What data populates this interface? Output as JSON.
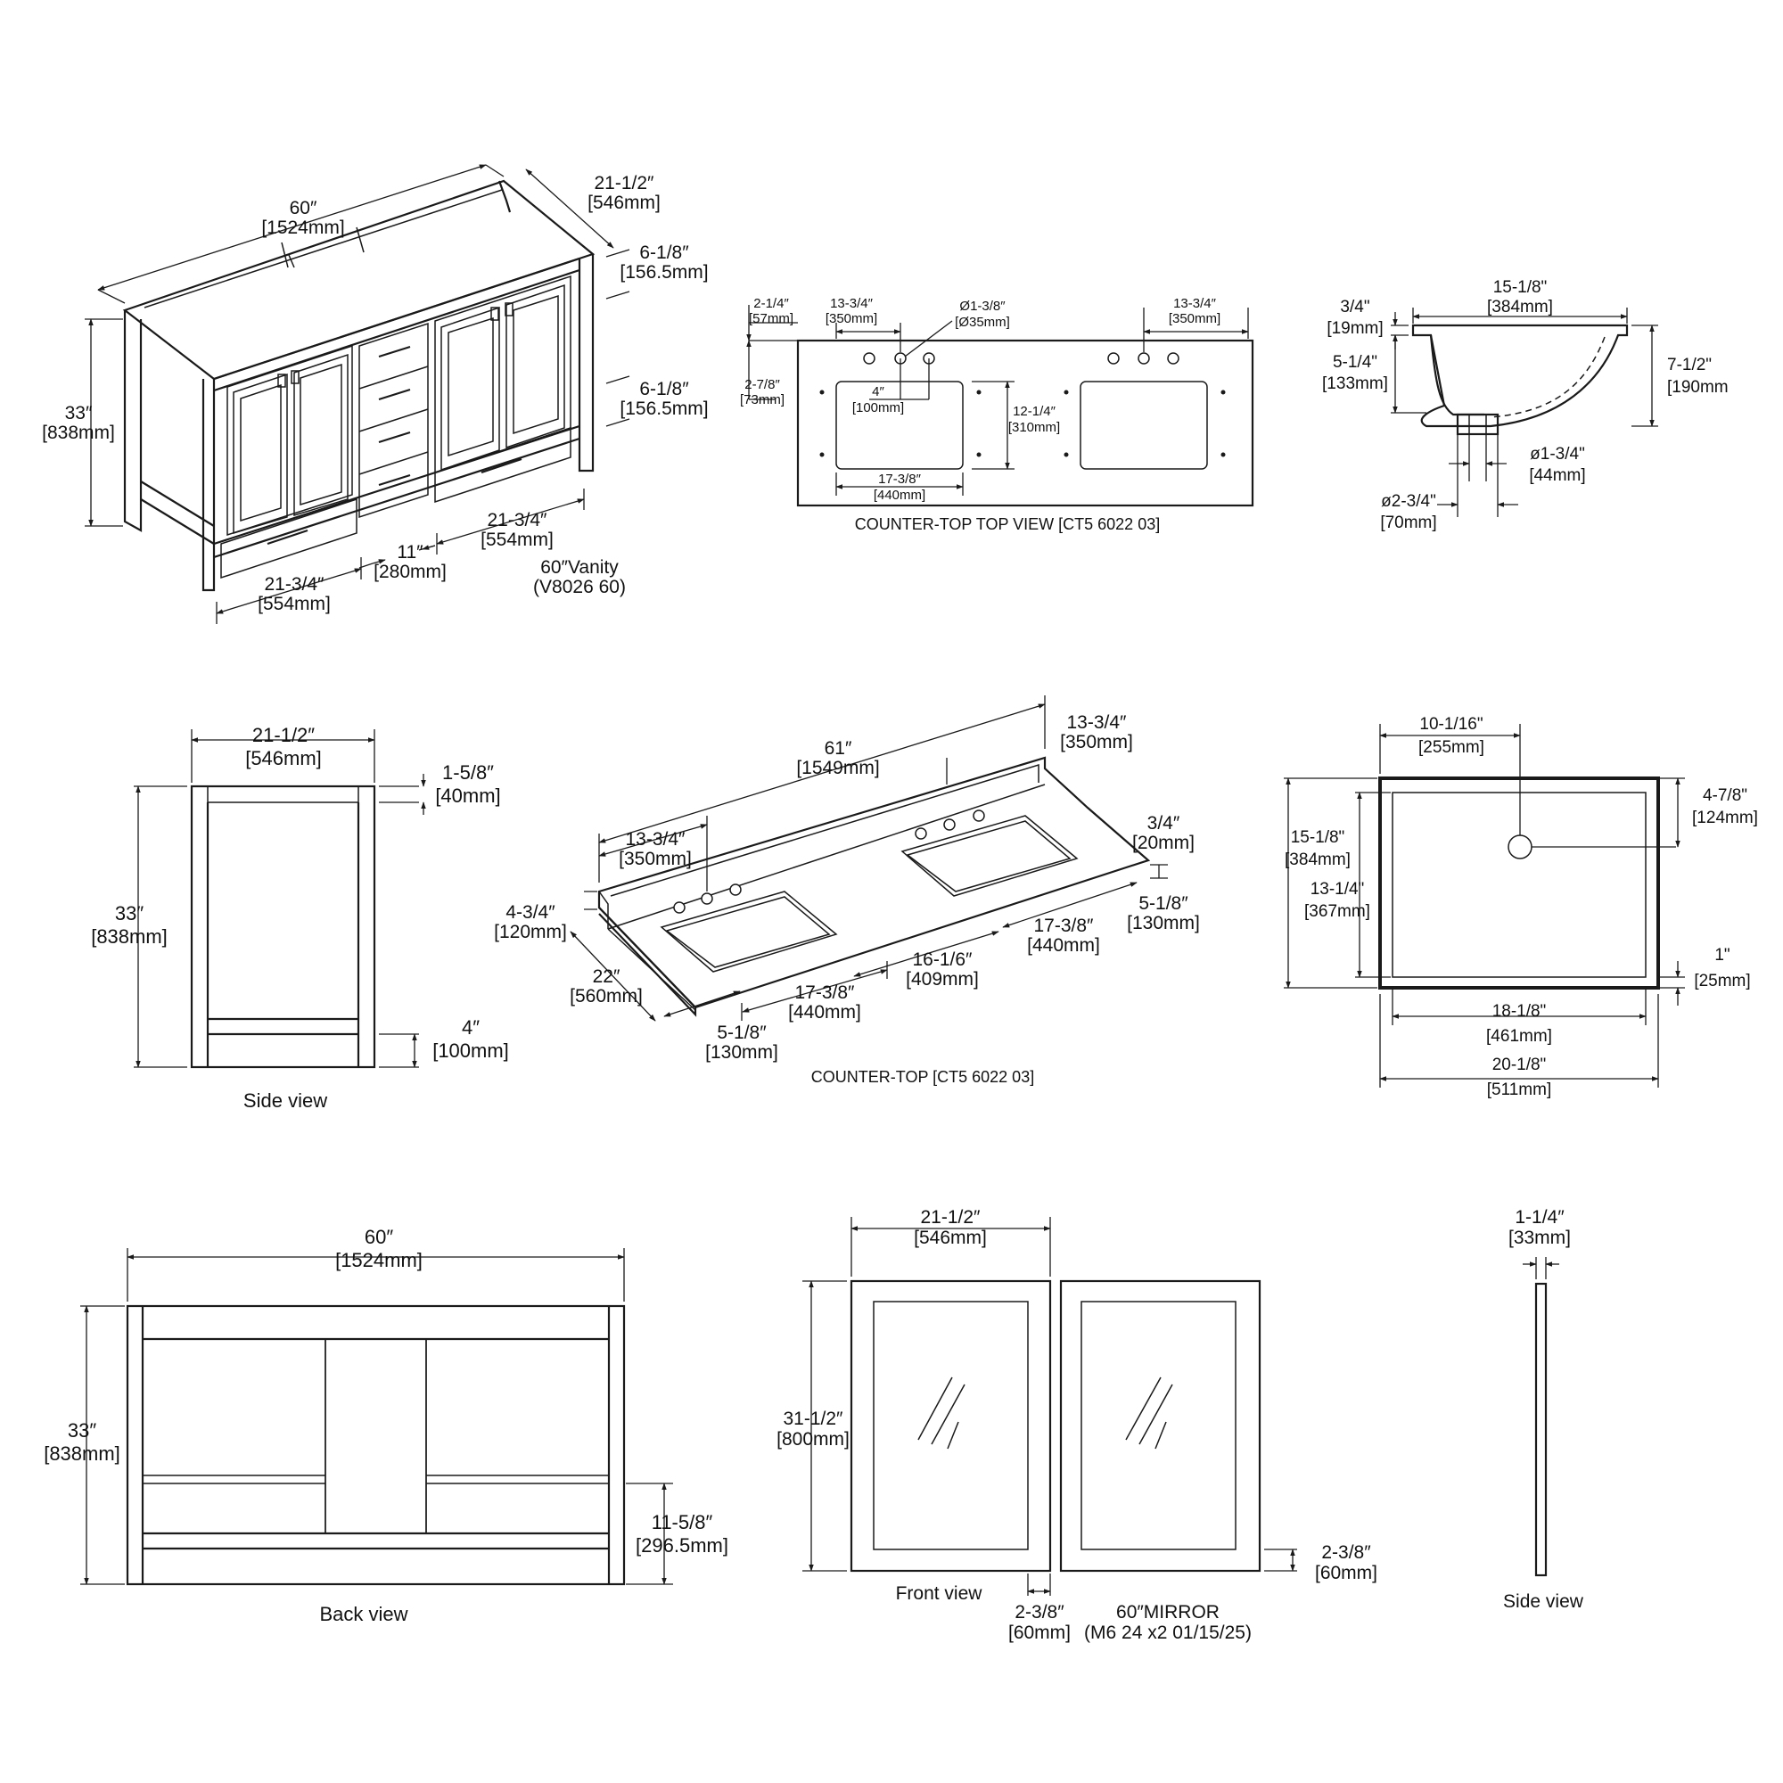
{
  "vanity_iso": {
    "width_in": "60″",
    "width_mm": "[1524mm]",
    "depth_in": "21-1/2″",
    "depth_mm": "[546mm]",
    "drawer_top_in": "6-1/8″",
    "drawer_top_mm": "[156.5mm]",
    "drawer_mid_in": "6-1/8″",
    "drawer_mid_mm": "[156.5mm]",
    "height_in": "33″",
    "height_mm": "[838mm]",
    "left_bay_in": "21-3/4″",
    "left_bay_mm": "[554mm]",
    "center_in": "11″",
    "center_mm": "[280mm]",
    "right_bay_in": "21-3/4″",
    "right_bay_mm": "[554mm]",
    "model_line1": "60″Vanity",
    "model_line2": "(V8026 60)"
  },
  "counter_top_view": {
    "edge_in": "2-1/4″",
    "edge_mm": "[57mm]",
    "left_faucet_in": "13-3/4″",
    "left_faucet_mm": "[350mm]",
    "hole_in": "Ø1-3/8″",
    "hole_mm": "[Ø35mm]",
    "right_faucet_in": "13-3/4″",
    "right_faucet_mm": "[350mm]",
    "back_in": "2-7/8″",
    "back_mm": "[73mm]",
    "spread_in": "4″",
    "spread_mm": "[100mm]",
    "bowl_depth_in": "12-1/4″",
    "bowl_depth_mm": "[310mm]",
    "bowl_width_in": "17-3/8″",
    "bowl_width_mm": "[440mm]",
    "caption": "COUNTER-TOP TOP VIEW [CT5 6022 03]"
  },
  "sink_section": {
    "width_in": "15-1/8\"",
    "width_mm": "[384mm]",
    "rim_in": "3/4\"",
    "rim_mm": "[19mm]",
    "inner_in": "5-1/4\"",
    "inner_mm": "[133mm]",
    "depth_in": "7-1/2\"",
    "depth_mm": "[190mm",
    "drain_in": "ø1-3/4\"",
    "drain_mm": "[44mm]",
    "outlet_in": "ø2-3/4\"",
    "outlet_mm": "[70mm]"
  },
  "side_view": {
    "depth_in": "21-1/2″",
    "depth_mm": "[546mm]",
    "top_in": "1-5/8″",
    "top_mm": "[40mm]",
    "height_in": "33″",
    "height_mm": "[838mm]",
    "toe_in": "4″",
    "toe_mm": "[100mm]",
    "caption": "Side view"
  },
  "counter_iso": {
    "length_in": "61″",
    "length_mm": "[1549mm]",
    "splash_in": "13-3/4″",
    "splash_mm": "[350mm]",
    "left_in": "13-3/4″",
    "left_mm": "[350mm]",
    "thick_in": "3/4″",
    "thick_mm": "[20mm]",
    "height_in": "4-3/4″",
    "height_mm": "[120mm]",
    "depth_in": "22″",
    "depth_mm": "[560mm]",
    "edge_r_in": "5-1/8″",
    "edge_r_mm": "[130mm]",
    "bowl_r_in": "17-3/8″",
    "bowl_r_mm": "[440mm]",
    "between_in": "16-1/6″",
    "between_mm": "[409mm]",
    "bowl_l_in": "17-3/8″",
    "bowl_l_mm": "[440mm]",
    "edge_l_in": "5-1/8″",
    "edge_l_mm": "[130mm]",
    "caption": "COUNTER-TOP [CT5 6022 03]"
  },
  "sink_plan": {
    "drain_in": "10-1/16\"",
    "drain_mm": "[255mm]",
    "outer_h_in": "15-1/8\"",
    "outer_h_mm": "[384mm]",
    "drain_off_in": "4-7/8\"",
    "drain_off_mm": "[124mm]",
    "inner_h_in": "13-1/4\"",
    "inner_h_mm": "[367mm]",
    "rim_in": "1\"",
    "rim_mm": "[25mm]",
    "inner_w_in": "18-1/8\"",
    "inner_w_mm": "[461mm]",
    "outer_w_in": "20-1/8\"",
    "outer_w_mm": "[511mm]"
  },
  "back_view": {
    "width_in": "60″",
    "width_mm": "[1524mm]",
    "height_in": "33″",
    "height_mm": "[838mm]",
    "shelf_in": "11-5/8″",
    "shelf_mm": "[296.5mm]",
    "caption": "Back view"
  },
  "mirror": {
    "width_in": "21-1/2″",
    "width_mm": "[546mm]",
    "height_in": "31-1/2″",
    "height_mm": "[800mm]",
    "frame_b_in": "2-3/8″",
    "frame_b_mm": "[60mm]",
    "frame_r_in": "2-3/8″",
    "frame_r_mm": "[60mm]",
    "front_caption": "Front view",
    "model_line1": "60″MIRROR",
    "model_line2": "(M6 24 x2 01/15/25)"
  },
  "mirror_side": {
    "thick_in": "1-1/4″",
    "thick_mm": "[33mm]",
    "caption": "Side view"
  }
}
